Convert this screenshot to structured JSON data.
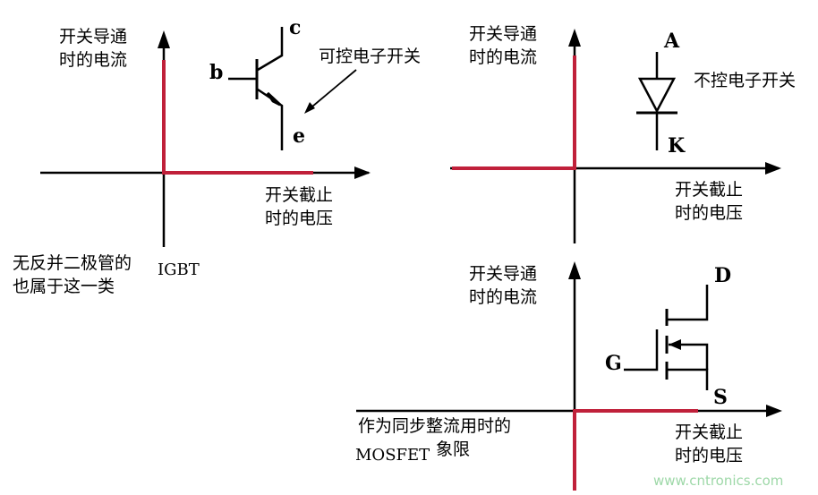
{
  "colors": {
    "axis": "#000000",
    "characteristic": "#c0203a",
    "watermark": "#9ed8a8"
  },
  "panel_igbt": {
    "y_label_line1": "开关导通",
    "y_label_line2": "时的电流",
    "x_label_line1": "开关截止",
    "x_label_line2": "时的电压",
    "symbol_label": "可控电子开关",
    "terminal_c": "c",
    "terminal_b": "b",
    "terminal_e": "e",
    "note_line1": "无反并二极管的",
    "note_line2": "也属于这一类",
    "note_suffix": "IGBT"
  },
  "panel_diode": {
    "y_label_line1": "开关导通",
    "y_label_line2": "时的电流",
    "x_label_line1": "开关截止",
    "x_label_line2": "时的电压",
    "symbol_label": "不控电子开关",
    "terminal_a": "A",
    "terminal_k": "K"
  },
  "panel_mosfet": {
    "y_label_line1": "开关导通",
    "y_label_line2": "时的电流",
    "x_label_line1": "开关截止",
    "x_label_line2": "时的电压",
    "terminal_d": "D",
    "terminal_g": "G",
    "terminal_s": "S",
    "note_line1": "作为同步整流用时的",
    "note_prefix": "MOSFET",
    "note_suffix": "象限"
  },
  "watermark": "www.cntronics.com"
}
